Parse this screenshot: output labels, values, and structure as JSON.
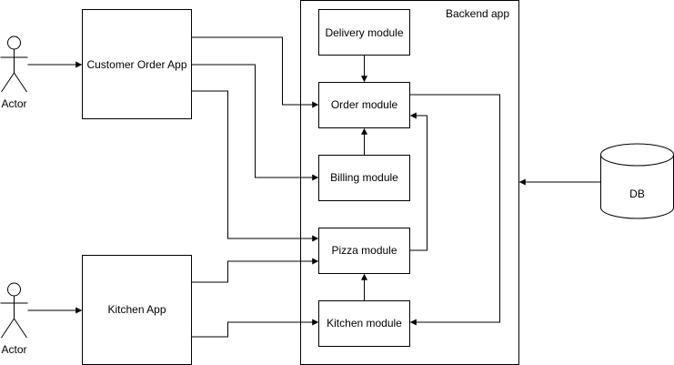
{
  "actors": {
    "customer": "Actor",
    "kitchen": "Actor"
  },
  "apps": {
    "customer_order": "Customer Order App",
    "kitchen": "Kitchen App"
  },
  "backend": {
    "title": "Backend app",
    "modules": {
      "delivery": "Delivery module",
      "order": "Order module",
      "billing": "Billing module",
      "pizza": "Pizza module",
      "kitchen": "Kitchen module"
    }
  },
  "db": {
    "label": "DB"
  }
}
